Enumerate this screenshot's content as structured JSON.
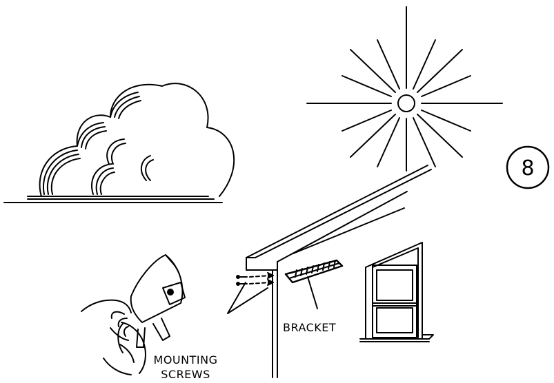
{
  "step": {
    "number": "8"
  },
  "labels": {
    "bracket": "BRACKET",
    "mounting_screws_line1": "MOUNTING",
    "mounting_screws_line2": "SCREWS"
  },
  "colors": {
    "ink": "#000000",
    "paper": "#ffffff"
  }
}
